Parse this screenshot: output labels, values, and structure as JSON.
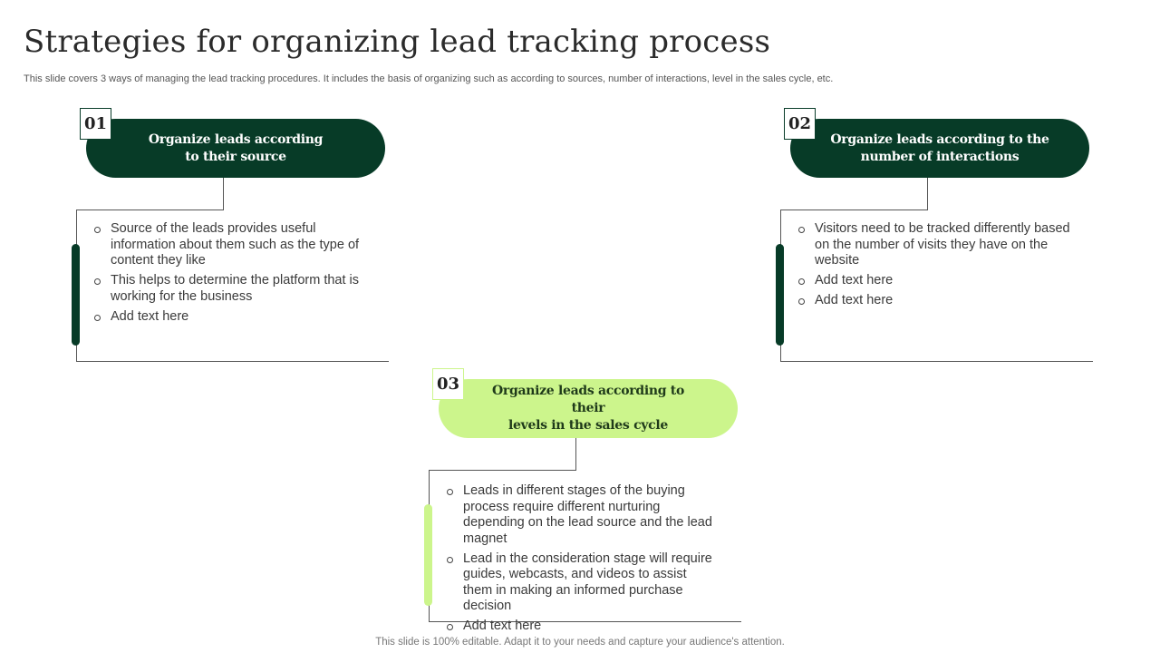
{
  "slide": {
    "title": "Strategies for organizing lead tracking process",
    "subtitle": "This slide covers 3 ways of managing the lead tracking procedures. It includes the basis of organizing such as according to sources, number of interactions, level in the sales cycle, etc.",
    "footer": "This slide is 100% editable. Adapt it to your needs and capture your audience's attention."
  },
  "colors": {
    "dark_green": "#073b27",
    "lime_green": "#ccf58c"
  },
  "strategies": [
    {
      "number": "01",
      "heading_line1": "Organize leads according",
      "heading_line2": "to their source",
      "bullets": [
        "Source of the leads provides useful information about them such as the type of content they like",
        "This helps to determine the platform that is working for the business",
        "Add text here"
      ]
    },
    {
      "number": "02",
      "heading_line1": "Organize leads according to the",
      "heading_line2": "number of interactions",
      "bullets": [
        "Visitors need to be tracked differently based on the number of visits they have on the website",
        "Add text here",
        "Add text here"
      ]
    },
    {
      "number": "03",
      "heading_line1": "Organize leads according to their",
      "heading_line2": "levels in the sales cycle",
      "bullets": [
        "Leads in different stages of the buying process require different nurturing depending on the lead source and the lead magnet",
        "Lead in the consideration stage will require guides, webcasts, and videos to assist them in making an informed purchase decision",
        "Add text here"
      ]
    }
  ]
}
